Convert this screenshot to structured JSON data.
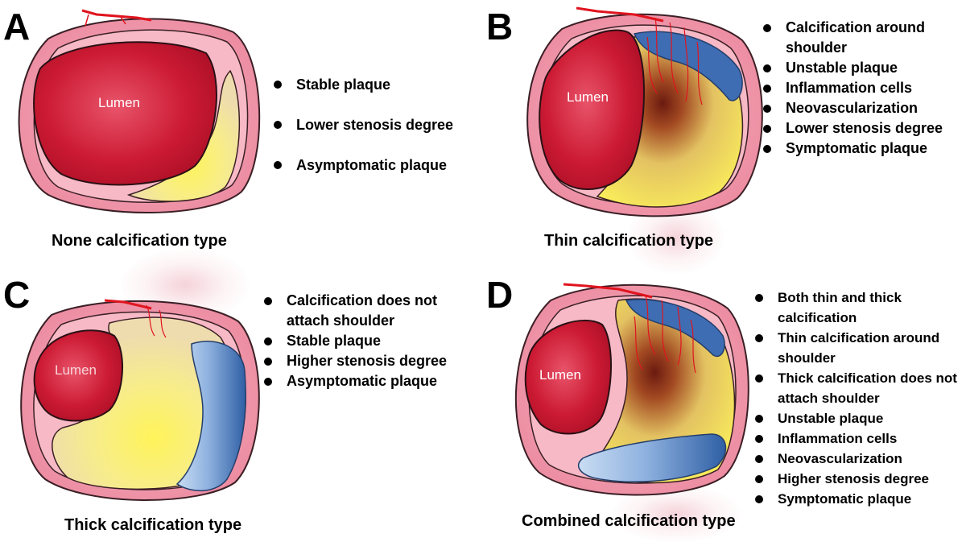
{
  "colors": {
    "vessel_wall": "#ef8fa4",
    "lumen": "#c8162e",
    "lipid_core": "#f6e88a",
    "calcification": "#3c69ad",
    "neovessel": "#e0141e"
  },
  "panels": {
    "a": {
      "letter": "A",
      "lumen_label": "Lumen",
      "caption": "None calcification type",
      "bullets": [
        "Stable plaque",
        "Lower stenosis degree",
        "Asymptomatic plaque"
      ]
    },
    "b": {
      "letter": "B",
      "lumen_label": "Lumen",
      "caption": "Thin calcification type",
      "bullets": [
        "Calcification around shoulder",
        "Unstable plaque",
        "Inflammation cells",
        "Neovascularization",
        "Lower stenosis degree",
        "Symptomatic plaque"
      ]
    },
    "c": {
      "letter": "C",
      "lumen_label": "Lumen",
      "caption": "Thick calcification type",
      "bullets": [
        "Calcification does not attach shoulder",
        "Stable plaque",
        "Higher stenosis degree",
        "Asymptomatic plaque"
      ]
    },
    "d": {
      "letter": "D",
      "lumen_label": "Lumen",
      "caption": "Combined calcification type",
      "bullets": [
        "Both thin and thick calcification",
        "Thin calcification around shoulder",
        "Thick calcification does not attach shoulder",
        "Unstable plaque",
        "Inflammation cells",
        "Neovascularization",
        "Higher stenosis degree",
        "Symptomatic plaque"
      ]
    }
  }
}
